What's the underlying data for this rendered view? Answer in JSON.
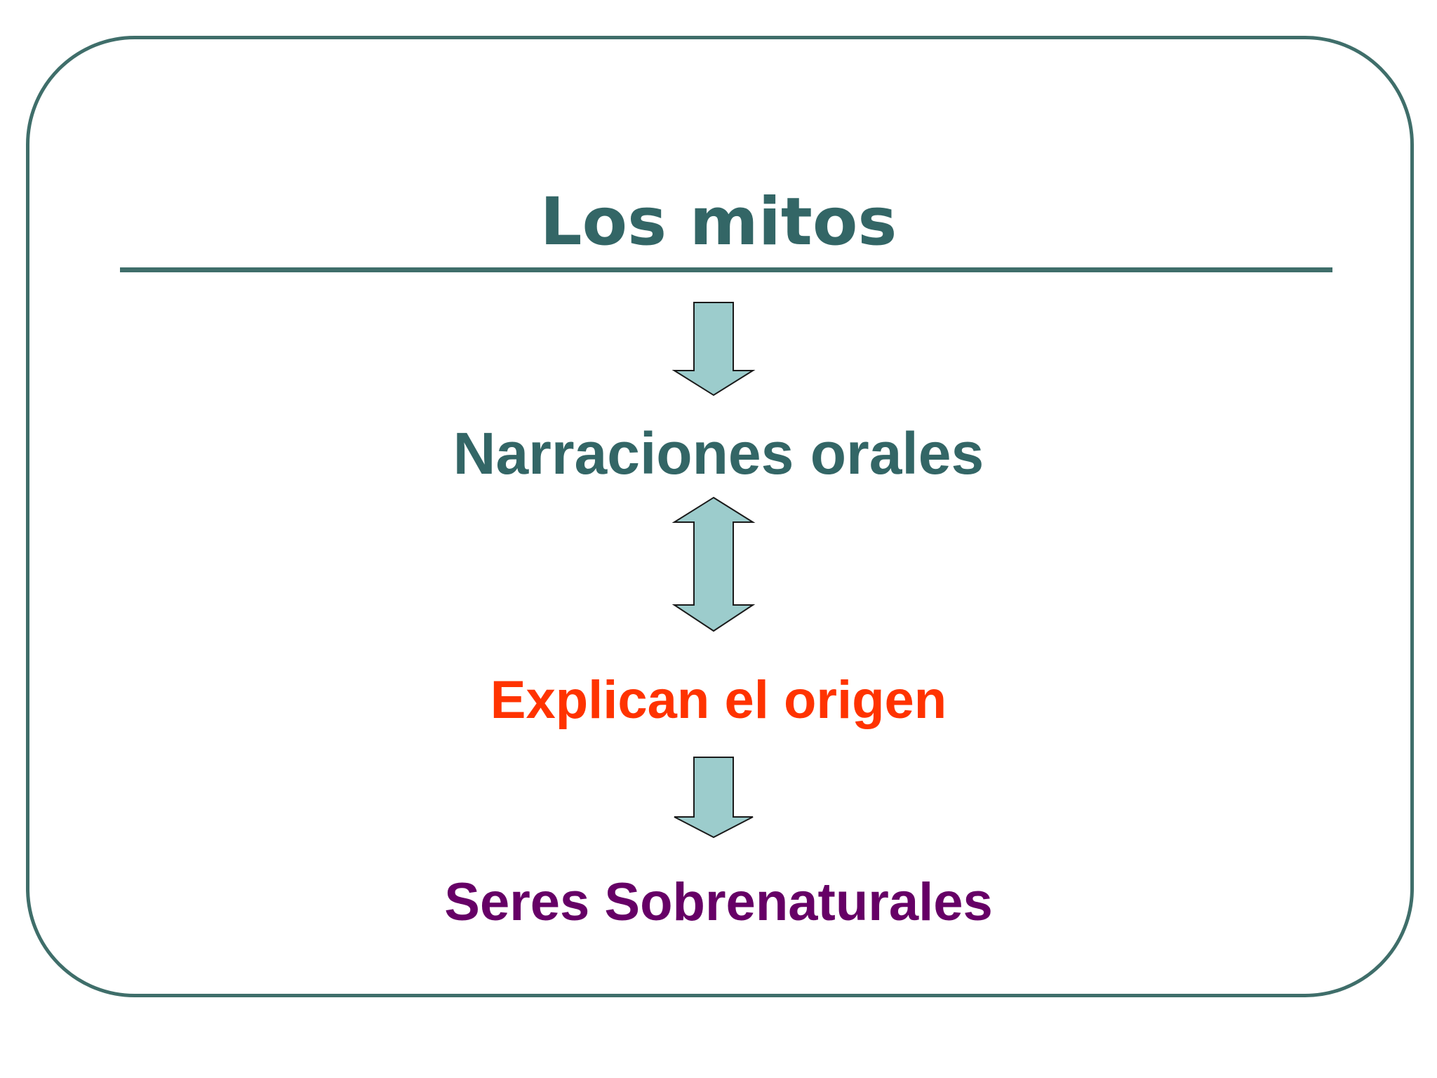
{
  "diagram": {
    "title": "Los mitos",
    "nodes": [
      {
        "label": "Narraciones orales",
        "color": "#336666"
      },
      {
        "label": "Explican el origen",
        "color": "#ff3300"
      },
      {
        "label": "Seres Sobrenaturales",
        "color": "#660066"
      }
    ],
    "arrows": [
      {
        "from": "Los mitos",
        "to": "Narraciones orales",
        "direction": "down"
      },
      {
        "from": "Narraciones orales",
        "to": "Explican el origen",
        "direction": "both"
      },
      {
        "from": "Explican el origen",
        "to": "Seres Sobrenaturales",
        "direction": "down"
      }
    ],
    "colors": {
      "frame": "#3f6e6a",
      "title": "#336666",
      "arrow_fill": "#9ccccc",
      "arrow_stroke": "#1a1a1a"
    }
  }
}
